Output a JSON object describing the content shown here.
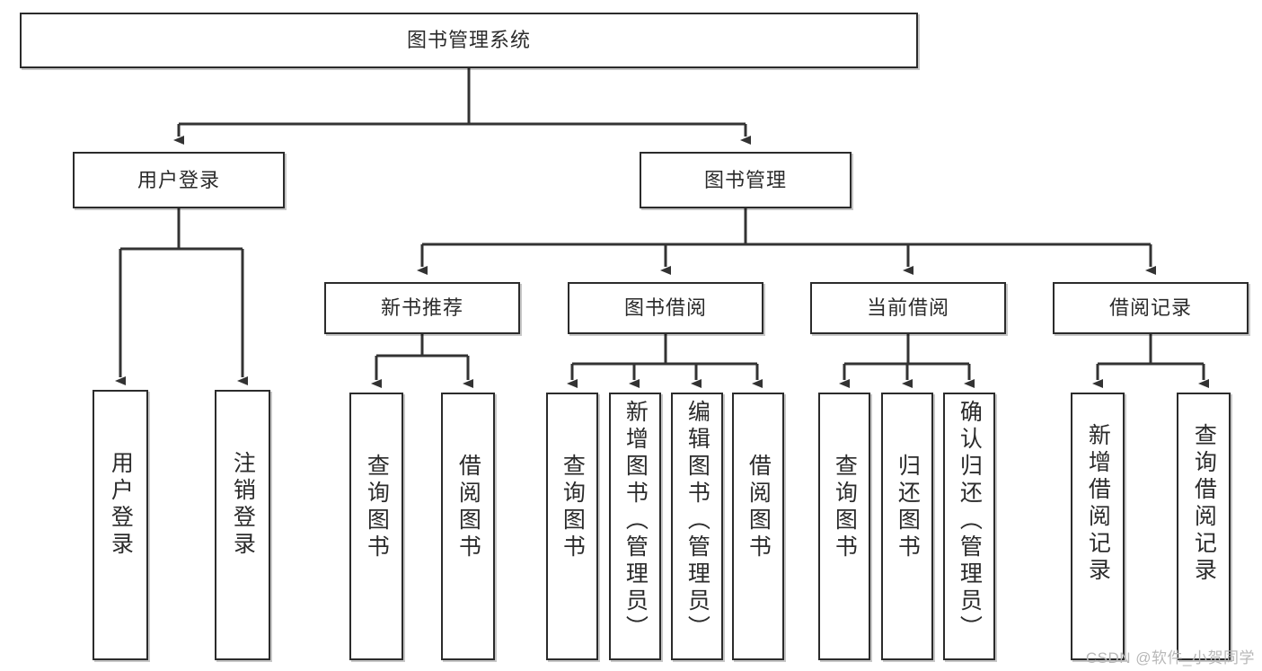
{
  "diagram": {
    "title": "图书管理系统",
    "type": "tree-hierarchy",
    "watermark": "CSDN @软件_小贺同学",
    "colors": {
      "stroke": "#2b2b2b",
      "fill": "#ffffff",
      "text": "#2b2b2b",
      "watermark": "#b8b8b8"
    },
    "nodes": {
      "root": {
        "label": "图书管理系统"
      },
      "level2": [
        {
          "label": "用户登录"
        },
        {
          "label": "图书管理"
        }
      ],
      "level3": [
        {
          "label": "新书推荐"
        },
        {
          "label": "图书借阅"
        },
        {
          "label": "当前借阅"
        },
        {
          "label": "借阅记录"
        }
      ],
      "leaves": {
        "user_login": [
          {
            "label": "用户登录"
          },
          {
            "label": "注销登录"
          }
        ],
        "new_book": [
          {
            "label": "查询图书"
          },
          {
            "label": "借阅图书"
          }
        ],
        "book_borrow": [
          {
            "label": "查询图书"
          },
          {
            "label": "新增图书（管理员）"
          },
          {
            "label": "编辑图书（管理员）"
          },
          {
            "label": "借阅图书"
          }
        ],
        "current_borrow": [
          {
            "label": "查询图书"
          },
          {
            "label": "归还图书"
          },
          {
            "label": "确认归还（管理员）"
          }
        ],
        "borrow_record": [
          {
            "label": "新增借阅记录"
          },
          {
            "label": "查询借阅记录"
          }
        ]
      }
    }
  }
}
